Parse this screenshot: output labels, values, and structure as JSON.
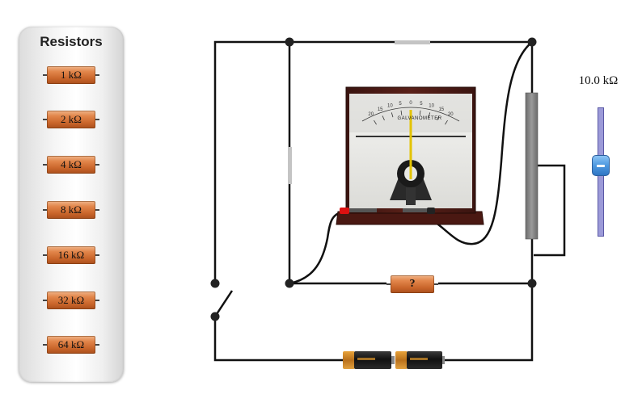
{
  "panel": {
    "title": "Resistors",
    "items": [
      {
        "label": "1 kΩ"
      },
      {
        "label": "2 kΩ"
      },
      {
        "label": "4 kΩ"
      },
      {
        "label": "8 kΩ"
      },
      {
        "label": "16 kΩ"
      },
      {
        "label": "32 kΩ"
      },
      {
        "label": "64 kΩ"
      }
    ]
  },
  "circuit": {
    "unknown_resistor_label": "?",
    "galvanometer_label": "GALVANOMETER",
    "galvanometer_scale": [
      "20",
      "15",
      "10",
      "5",
      "0",
      "5",
      "10",
      "15",
      "20"
    ],
    "galvanometer_reading": 0
  },
  "slider": {
    "readout": "10.0 kΩ"
  },
  "colors": {
    "resistor": "#d9773a",
    "slider_thumb": "#4d98e0",
    "slider_track": "#9c9ad8",
    "wire": "#111111",
    "gap_segment": "#bfbfbf"
  }
}
